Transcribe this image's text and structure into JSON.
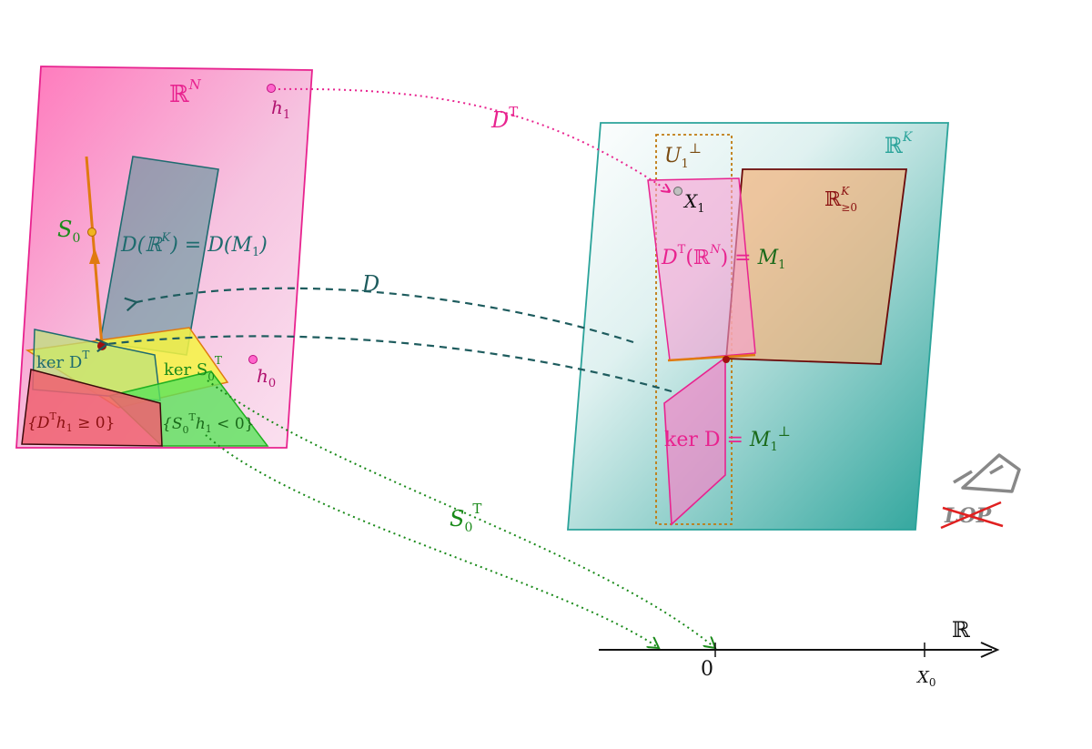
{
  "diagram": {
    "left_space": {
      "label": "ℝ",
      "label_sup": "N",
      "point_h1": "h",
      "point_h1_sub": "1",
      "point_h0": "h",
      "point_h0_sub": "0",
      "s0_label": "S",
      "s0_sub": "0",
      "image_label": "D(ℝ",
      "image_label_sup": "K",
      "image_label_rest": ") = D(",
      "image_label_m": "M",
      "image_label_m_sub": "1",
      "image_label_end": ")",
      "ker_dt_label": "ker D",
      "ker_dt_sup": "T",
      "ker_s0t_label": "ker S",
      "ker_s0t_sub": "0",
      "ker_s0t_sup": "T",
      "region_red_label": "{D",
      "region_red_sup": "T",
      "region_red_rest": "h",
      "region_red_sub": "1",
      "region_red_end": " ≥ 0}",
      "region_green_label": "{S",
      "region_green_sub": "0",
      "region_green_sup": "T",
      "region_green_rest": "h",
      "region_green_sub2": "1",
      "region_green_end": " < 0}"
    },
    "right_space": {
      "label": "ℝ",
      "label_sup": "K",
      "u1_label": "U",
      "u1_sub": "1",
      "u1_sup": "⊥",
      "x1_label": "X",
      "x1_sub": "1",
      "orthant_label": "ℝ",
      "orthant_sup": "K",
      "orthant_sub": "≥0",
      "dt_image_label": "D",
      "dt_image_sup": "T",
      "dt_image_rest": "(ℝ",
      "dt_image_sup2": "N",
      "dt_image_end": ") = ",
      "dt_image_m": "M",
      "dt_image_m_sub": "1",
      "kerd_label": "ker D = ",
      "kerd_m": "M",
      "kerd_m_sub": "1",
      "kerd_sup": "⊥"
    },
    "arrows": {
      "dt_label": "D",
      "dt_sup": "T",
      "d_label": "D",
      "s0t_label": "S",
      "s0t_sub": "0",
      "s0t_sup": "T"
    },
    "number_line": {
      "label": "ℝ",
      "zero_label": "0",
      "x0_label": "X",
      "x0_sub": "0"
    },
    "logo": {
      "text": "LOP"
    }
  },
  "colors": {
    "magenta": "#e8238f",
    "teal": "#2aa39a",
    "dark_teal": "#1e5c5e",
    "green": "#1a8a1a",
    "orange": "#e07a10",
    "dark_red": "#7a1010",
    "brown": "#8a5a10"
  }
}
